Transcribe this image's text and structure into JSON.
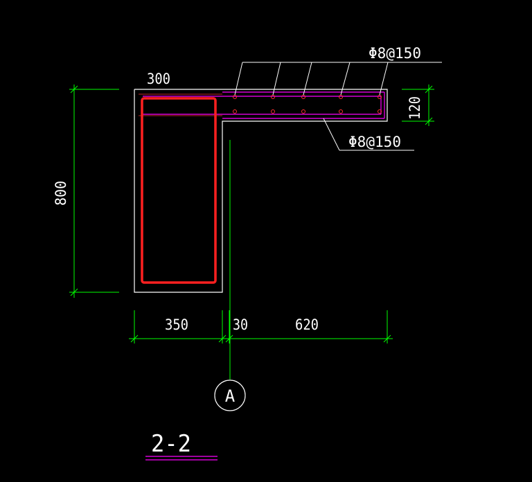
{
  "drawing": {
    "section_label": "2-2",
    "axis_bubble": "A",
    "rebar_callouts": {
      "top": "Φ8@150",
      "bottom": "Φ8@150"
    },
    "dimensions": {
      "beam_height": "800",
      "beam_top_width": "300",
      "slab_thickness": "120",
      "bottom_left": "350",
      "bottom_mid": "30",
      "bottom_right": "620"
    },
    "colors": {
      "background": "#000000",
      "outline": "#ffffff",
      "dimension": "#00ff00",
      "stirrup": "#ff2020",
      "slab_reinforcement": "#ff00ff",
      "rebar_dot": "#ff3030",
      "leader": "#ffffff",
      "underline": "#ff00ff"
    }
  }
}
